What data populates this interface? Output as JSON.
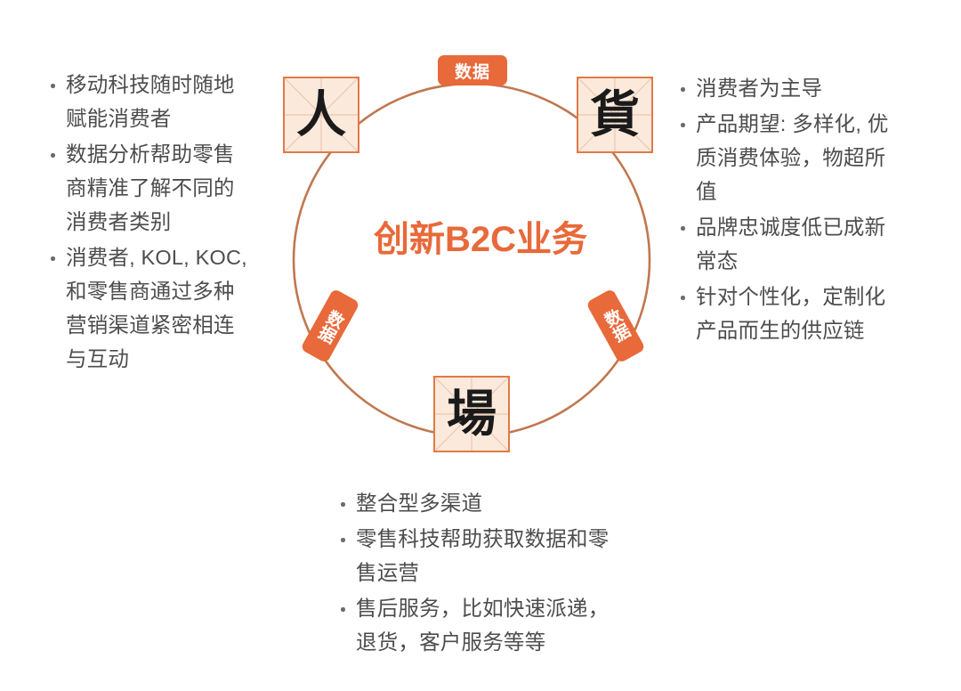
{
  "diagram": {
    "center_title": "创新B2C业务",
    "accent_color": "#E8693A",
    "ring_color": "#C0784F",
    "box_fill_color": "#FBE9DC",
    "box_border_color": "#E07A47",
    "text_color": "#4D4D4D",
    "nodes": [
      {
        "id": "ren",
        "glyph": "人",
        "position": "top-left",
        "meaning": "people"
      },
      {
        "id": "huo",
        "glyph": "貨",
        "position": "top-right",
        "meaning": "goods"
      },
      {
        "id": "chang",
        "glyph": "場",
        "position": "bottom",
        "meaning": "place"
      }
    ],
    "connector_labels": [
      {
        "id": "top",
        "text": "数据",
        "orientation": "horizontal"
      },
      {
        "id": "left",
        "text": "数据",
        "orientation": "vertical-rotated"
      },
      {
        "id": "right",
        "text": "数据",
        "orientation": "vertical-rotated"
      }
    ]
  },
  "left_block": {
    "title_node": "人",
    "items": [
      "移动科技随时随地\n赋能消费者",
      "数据分析帮助零售\n商精准了解不同的\n消费者类别",
      "消费者, KOL, KOC,\n和零售商通过多种\n营销渠道紧密相连\n与互动"
    ]
  },
  "right_block": {
    "title_node": "貨",
    "items": [
      "消费者为主导",
      "产品期望: 多样化, 优\n质消费体验，物超所\n值",
      "品牌忠诚度低已成新\n常态",
      "针对个性化，定制化\n产品而生的供应链"
    ]
  },
  "bottom_block": {
    "title_node": "場",
    "items": [
      "整合型多渠道",
      "零售科技帮助获取数据和零\n售运营",
      "售后服务，比如快速派递，\n退货，客户服务等等"
    ]
  }
}
